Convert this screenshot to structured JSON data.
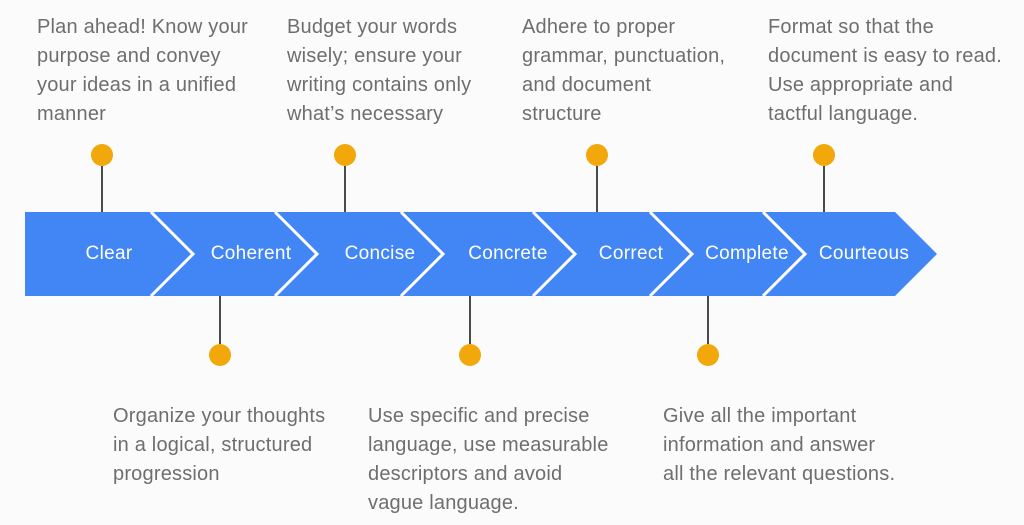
{
  "diagram": {
    "name": "seven-cs-of-communication-arrow-diagram",
    "colors": {
      "arrow_blue": "#4285F4",
      "chevron_separator": "#FFFFFF",
      "dot_amber": "#F2A80A",
      "connector_gray": "#4B4B4B",
      "text_gray": "#6E6E6E",
      "background": "#FBFBFB",
      "segment_label": "#FFFFFF"
    }
  },
  "arrow": {
    "segments": [
      {
        "label": "Clear"
      },
      {
        "label": "Coherent"
      },
      {
        "label": "Concise"
      },
      {
        "label": "Concrete"
      },
      {
        "label": "Correct"
      },
      {
        "label": "Complete"
      },
      {
        "label": "Courteous"
      }
    ]
  },
  "callouts_top": [
    {
      "for": "Clear",
      "text": "Plan ahead! Know your\npurpose and convey\nyour ideas in a unified\nmanner"
    },
    {
      "for": "Concise",
      "text": "Budget your words\nwisely; ensure your\nwriting contains only\nwhat’s necessary"
    },
    {
      "for": "Correct",
      "text": "Adhere to proper\ngrammar, punctuation,\nand document\nstructure"
    },
    {
      "for": "Courteous",
      "text": "Format so that the\ndocument is easy to read.\nUse appropriate and\ntactful language."
    }
  ],
  "callouts_bottom": [
    {
      "for": "Coherent",
      "text": "Organize your thoughts\nin a logical, structured\nprogression"
    },
    {
      "for": "Concrete",
      "text": "Use specific and precise\nlanguage, use measurable\ndescriptors and avoid\nvague language."
    },
    {
      "for": "Complete",
      "text": "Give all the important\ninformation and answer\nall the relevant questions."
    }
  ]
}
